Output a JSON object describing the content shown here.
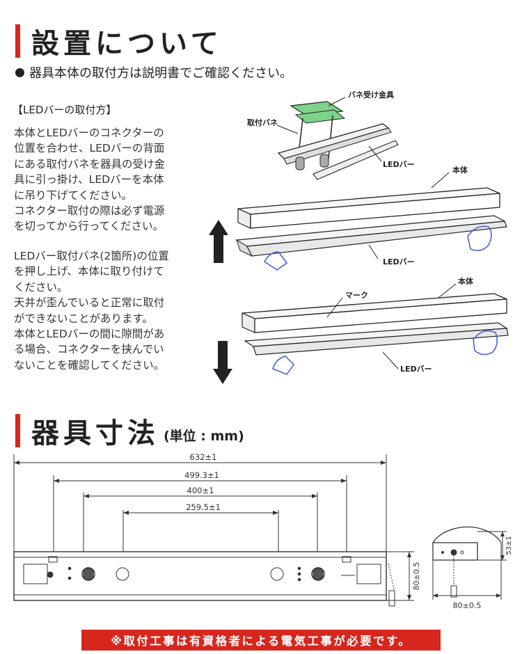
{
  "install": {
    "heading": "設置について",
    "note": "器具本体の取付方は説明書でご確認ください。",
    "subheading": "【LEDバーの取付方】",
    "paragraph1": "本体とLEDバーのコネクターの\n位置を合わせ、LEDバーの背面\nにある取付バネを器具の受け金\n具に引っ掛け、LEDバーを本体\nに吊り下げてください。\nコネクター取付の際は必ず電源\nを切ってから行ってください。",
    "paragraph2": "LEDバー取付バネ(2箇所)の位置\nを押し上げ、本体に取り付けて\nください。\n天井が歪んでいると正常に取付\nができないことがあります。\n本体とLEDバーの間に隙間があ\nる場合、コネクターを挟んでい\nないことを確認してください。",
    "diagram_labels": {
      "bracket": "バネ受け金具",
      "spring": "取付バネ",
      "led_bar_1": "LEDバー",
      "body_1": "本体",
      "led_bar_2": "LEDバー",
      "mark": "マーク",
      "body_2": "本体",
      "led_bar_3": "LEDバー"
    },
    "arrow_colors": {
      "up": "#222222",
      "down": "#222222"
    }
  },
  "dimensions": {
    "heading": "器具寸法",
    "unit": "(単位 : mm)",
    "total_length": "632±1",
    "span_1": "499.3±1",
    "span_2": "400±1",
    "span_3": "259.5±1",
    "height_front": "80±0.5",
    "side_height": "53±1",
    "side_width": "80±0.5"
  },
  "banner": "※取付工事は有資格者による電気工事が必要です。",
  "colors": {
    "accent": "#d7261e",
    "bracket_green": "#7ed38a",
    "hand_blue": "#3b5bd9"
  }
}
